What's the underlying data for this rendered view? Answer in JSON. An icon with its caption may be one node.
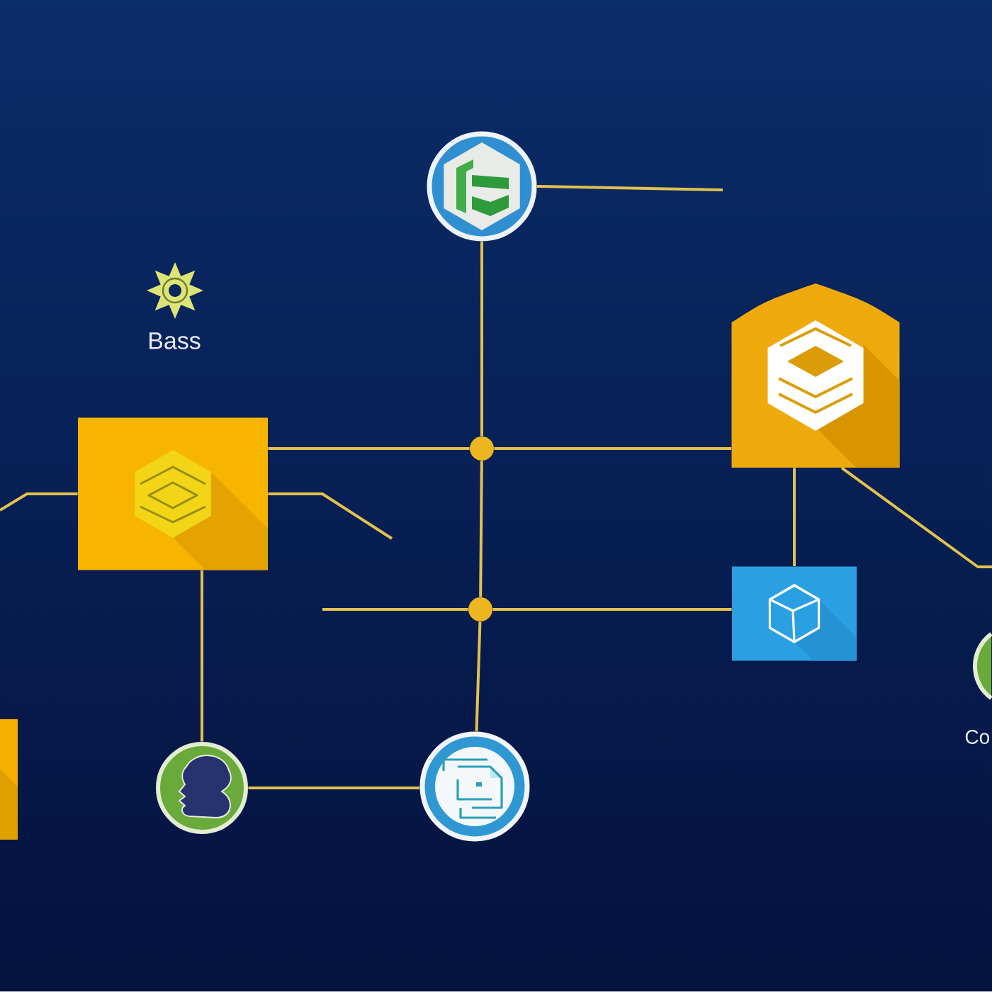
{
  "diagram": {
    "nodes": [
      {
        "text": [],
        "shape": "circle"
      },
      {
        "text": [],
        "shape": "box"
      },
      {
        "text": [],
        "shape": "box"
      },
      {
        "text": [],
        "shape": "circle"
      },
      {
        "text": [],
        "shape": "circle"
      },
      {
        "text": [],
        "shape": "box"
      },
      {
        "text": [],
        "shape": "circle"
      },
      {
        "text": [],
        "shape": "circle"
      },
      {
        "text": [],
        "shape": "box"
      },
      {
        "text": [],
        "shape": "circle",
        "beside": [
          "Co"
        ]
      }
    ],
    "edges": [
      {
        "from": 0,
        "to": null,
        "arrow": "none"
      },
      {
        "from": 0,
        "to": 3,
        "arrow": "none"
      },
      {
        "from": 1,
        "to": 3,
        "arrow": "none"
      },
      {
        "from": 3,
        "to": 2,
        "arrow": "none"
      },
      {
        "from": 3,
        "to": 4,
        "arrow": "none"
      },
      {
        "from": null,
        "to": 4,
        "arrow": "none"
      },
      {
        "from": 4,
        "to": 5,
        "arrow": "none"
      },
      {
        "from": 4,
        "to": 7,
        "arrow": "none"
      },
      {
        "from": 1,
        "to": 6,
        "arrow": "none"
      },
      {
        "from": 6,
        "to": 7,
        "arrow": "none"
      },
      {
        "from": 2,
        "to": 5,
        "arrow": "none"
      },
      {
        "from": 2,
        "to": null,
        "arrow": "none"
      },
      {
        "from": 1,
        "to": null,
        "arrow": "none"
      },
      {
        "from": 1,
        "to": null,
        "arrow": "none"
      }
    ],
    "labels": [
      "Bass"
    ]
  }
}
